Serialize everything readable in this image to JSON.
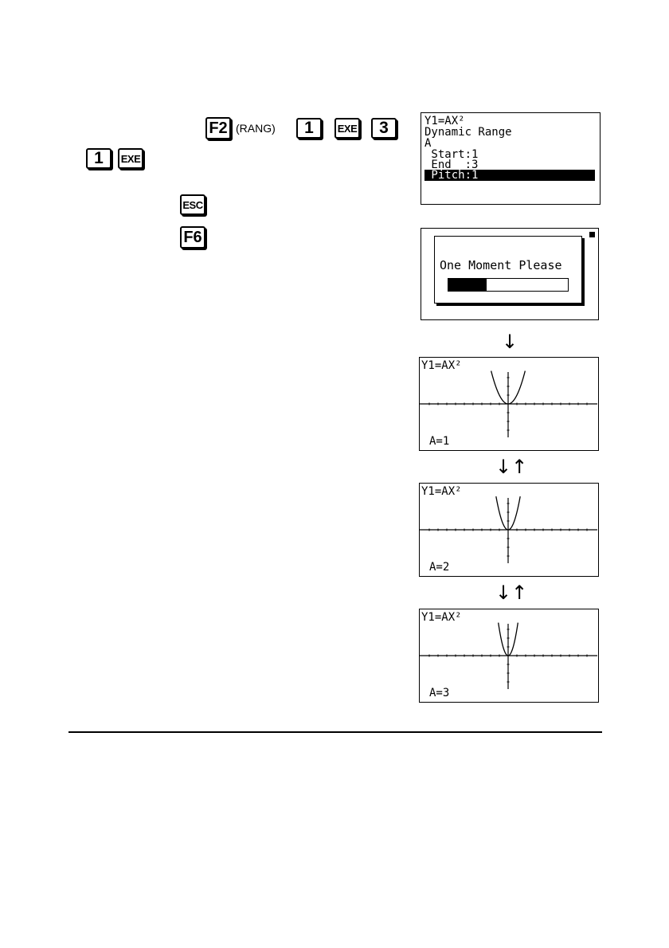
{
  "keys": {
    "f2": "F2",
    "rang": "(RANG)",
    "one_a": "1",
    "exe_a": "EXE",
    "three": "3",
    "one_b": "1",
    "exe_b": "EXE",
    "esc": "ESC",
    "f6": "F6"
  },
  "range_screen": {
    "line1": "Y1=AX²",
    "line2": "Dynamic Range",
    "line3": "A",
    "start": " Start:1",
    "end": " End  :3",
    "pitch": " Pitch:1"
  },
  "wait_screen": {
    "message": "One Moment Please",
    "progress": 0.32
  },
  "arrows": {
    "down": "↓",
    "down_up_1": "↓↑",
    "down_up_2": "↓↑"
  },
  "graphs": [
    {
      "equation": "Y1=AX²",
      "param_label": "A=1",
      "a": 1
    },
    {
      "equation": "Y1=AX²",
      "param_label": "A=2",
      "a": 2
    },
    {
      "equation": "Y1=AX²",
      "param_label": "A=3",
      "a": 3
    }
  ]
}
